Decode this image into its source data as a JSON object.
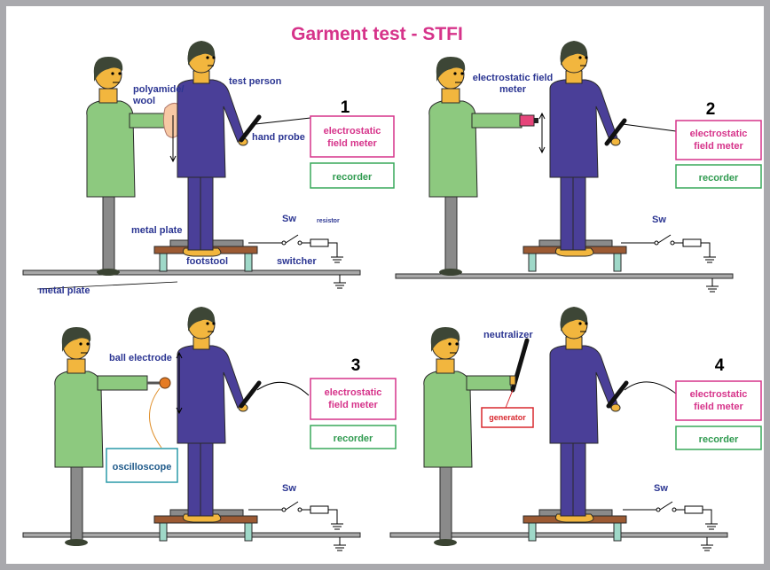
{
  "title": "Garment test - STFI",
  "panels": [
    {
      "number": "1",
      "labels": {
        "material": "polyamide/ wool",
        "test_person": "test person",
        "hand_probe": "hand probe",
        "metal_plate_top": "metal plate",
        "footstool": "footstool",
        "switcher": "switcher",
        "sw": "Sw",
        "resistor": "resistor",
        "metal_plate_floor": "metal plate"
      },
      "field_meter": "electrostatic field meter",
      "recorder": "recorder"
    },
    {
      "number": "2",
      "labels": {
        "probe_meter": "electrostatic field meter",
        "sw": "Sw"
      },
      "field_meter": "electrostatic field meter",
      "recorder": "recorder"
    },
    {
      "number": "3",
      "labels": {
        "ball_electrode": "ball electrode",
        "oscilloscope": "oscilloscope",
        "sw": "Sw"
      },
      "field_meter": "electrostatic field meter",
      "recorder": "recorder"
    },
    {
      "number": "4",
      "labels": {
        "neutralizer": "neutralizer",
        "generator": "generator",
        "sw": "Sw"
      },
      "field_meter": "electrostatic field meter",
      "recorder": "recorder"
    }
  ],
  "colors": {
    "title": "#d6338a",
    "label": "#2b3592",
    "operator_coat": "#8dc97f",
    "operator_legs": "#8a8a8a",
    "test_person": "#4a3f98",
    "hair": "#3d4636",
    "skin": "#f2b63e",
    "footstool": "#9c5a33",
    "stool_legs": "#9fd8c8",
    "field_meter_border": "#d6338a",
    "recorder_border": "#39a95a",
    "frame": "#a9a9ad"
  }
}
